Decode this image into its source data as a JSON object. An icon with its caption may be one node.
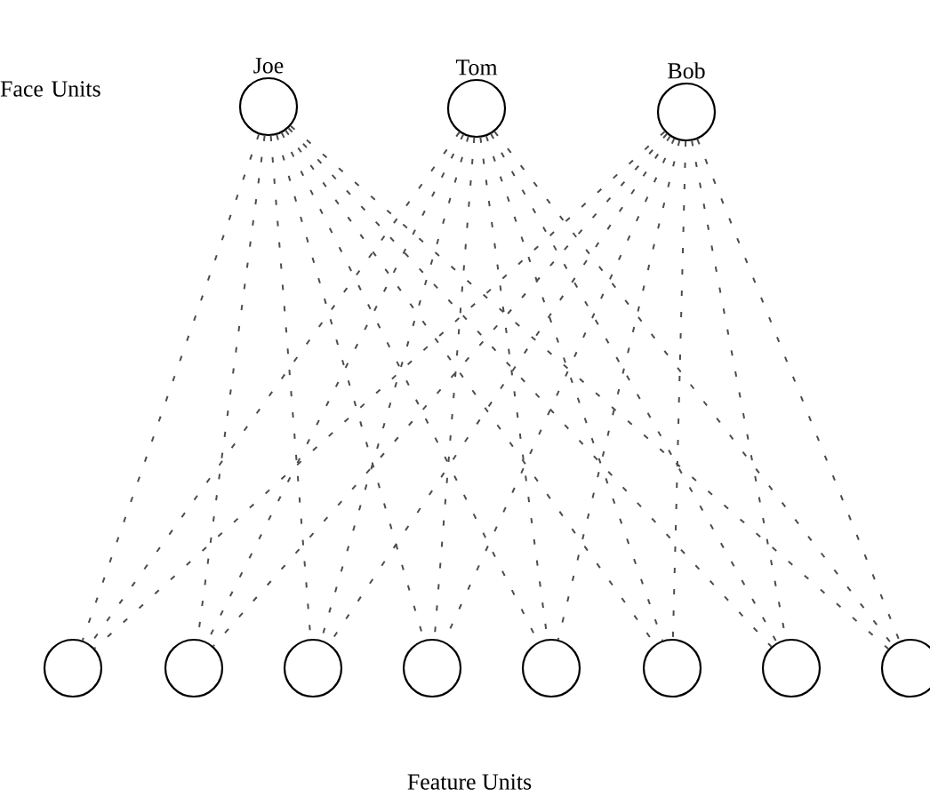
{
  "diagram": {
    "nodes": [
      {
        "text": [
          "Joe"
        ]
      },
      {
        "text": [
          "Tom"
        ]
      },
      {
        "text": [
          "Bob"
        ]
      },
      {
        "text": [],
        "shape": "circle"
      },
      {
        "text": [],
        "shape": "circle"
      },
      {
        "text": [],
        "shape": "circle"
      },
      {
        "text": [],
        "shape": "circle"
      },
      {
        "text": [],
        "shape": "circle"
      },
      {
        "text": [],
        "shape": "circle"
      },
      {
        "text": [],
        "shape": "circle"
      },
      {
        "text": [],
        "shape": "circle"
      }
    ],
    "edges": [
      {
        "from": 0,
        "to": 3,
        "arrow": "none",
        "style": "dashed"
      },
      {
        "from": 0,
        "to": 4,
        "arrow": "none",
        "style": "dashed"
      },
      {
        "from": 0,
        "to": 5,
        "arrow": "none",
        "style": "dashed"
      },
      {
        "from": 0,
        "to": 6,
        "arrow": "none",
        "style": "dashed"
      },
      {
        "from": 0,
        "to": 7,
        "arrow": "none",
        "style": "dashed"
      },
      {
        "from": 0,
        "to": 8,
        "arrow": "none",
        "style": "dashed"
      },
      {
        "from": 0,
        "to": 9,
        "arrow": "none",
        "style": "dashed"
      },
      {
        "from": 0,
        "to": 10,
        "arrow": "none",
        "style": "dashed"
      },
      {
        "from": 1,
        "to": 3,
        "arrow": "none",
        "style": "dashed"
      },
      {
        "from": 1,
        "to": 4,
        "arrow": "none",
        "style": "dashed"
      },
      {
        "from": 1,
        "to": 5,
        "arrow": "none",
        "style": "dashed"
      },
      {
        "from": 1,
        "to": 6,
        "arrow": "none",
        "style": "dashed"
      },
      {
        "from": 1,
        "to": 7,
        "arrow": "none",
        "style": "dashed"
      },
      {
        "from": 1,
        "to": 8,
        "arrow": "none",
        "style": "dashed"
      },
      {
        "from": 1,
        "to": 9,
        "arrow": "none",
        "style": "dashed"
      },
      {
        "from": 1,
        "to": 10,
        "arrow": "none",
        "style": "dashed"
      },
      {
        "from": 2,
        "to": 3,
        "arrow": "none",
        "style": "dashed"
      },
      {
        "from": 2,
        "to": 4,
        "arrow": "none",
        "style": "dashed"
      },
      {
        "from": 2,
        "to": 5,
        "arrow": "none",
        "style": "dashed"
      },
      {
        "from": 2,
        "to": 6,
        "arrow": "none",
        "style": "dashed"
      },
      {
        "from": 2,
        "to": 7,
        "arrow": "none",
        "style": "dashed"
      },
      {
        "from": 2,
        "to": 8,
        "arrow": "none",
        "style": "dashed"
      },
      {
        "from": 2,
        "to": 9,
        "arrow": "none",
        "style": "dashed"
      },
      {
        "from": 2,
        "to": 10,
        "arrow": "none",
        "style": "dashed"
      }
    ],
    "labels": [
      "Face Units",
      "Feature Units"
    ]
  }
}
